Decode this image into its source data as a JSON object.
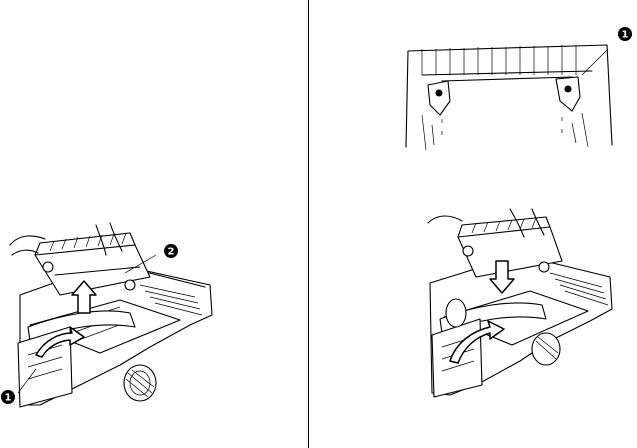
{
  "callouts": {
    "fig1_upper": "2",
    "fig1_lower": "1",
    "fig2_label": "1"
  }
}
